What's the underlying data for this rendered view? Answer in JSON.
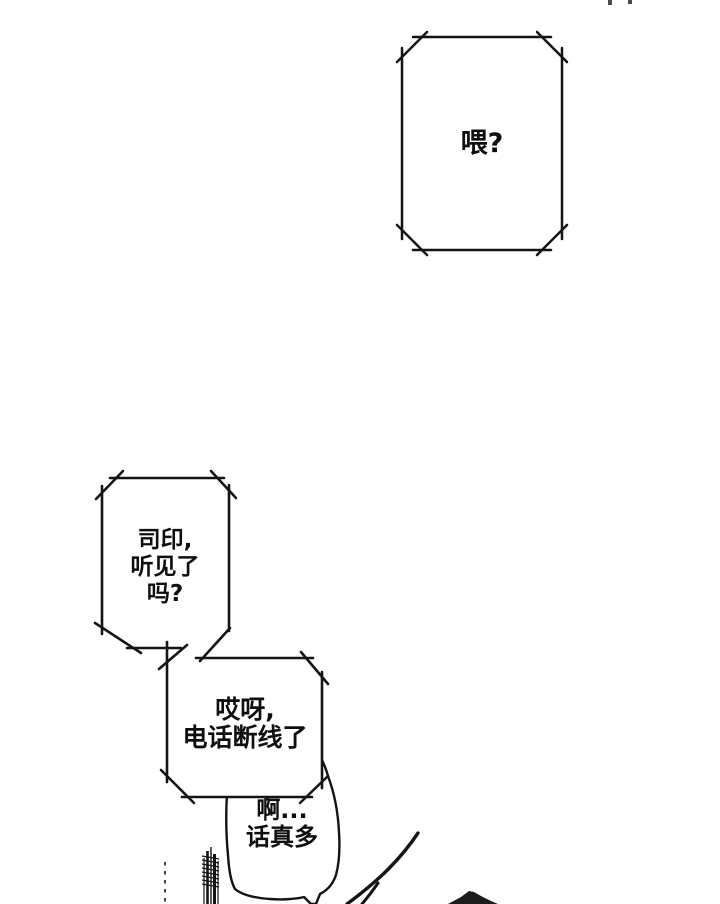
{
  "page": {
    "background": "#ffffff",
    "ink": "#141414",
    "text_color": "#0f0f0f"
  },
  "bubbles": [
    {
      "id": "phone-voice",
      "lines": [
        "喂?"
      ]
    },
    {
      "id": "caller-question",
      "lines": [
        "司印,",
        "听见了",
        "吗?"
      ]
    },
    {
      "id": "caller-exclaim",
      "lines": [
        "哎呀,",
        "电话断线了"
      ]
    },
    {
      "id": "inner-thought",
      "lines": [
        "啊...",
        "话真多"
      ]
    }
  ],
  "artwork": {
    "elements": [
      "speed-line-hatching",
      "dotted-speed-line",
      "sweep-curve-large",
      "sweep-curve-small",
      "dark-hair-shape",
      "top-edge-marks"
    ]
  }
}
